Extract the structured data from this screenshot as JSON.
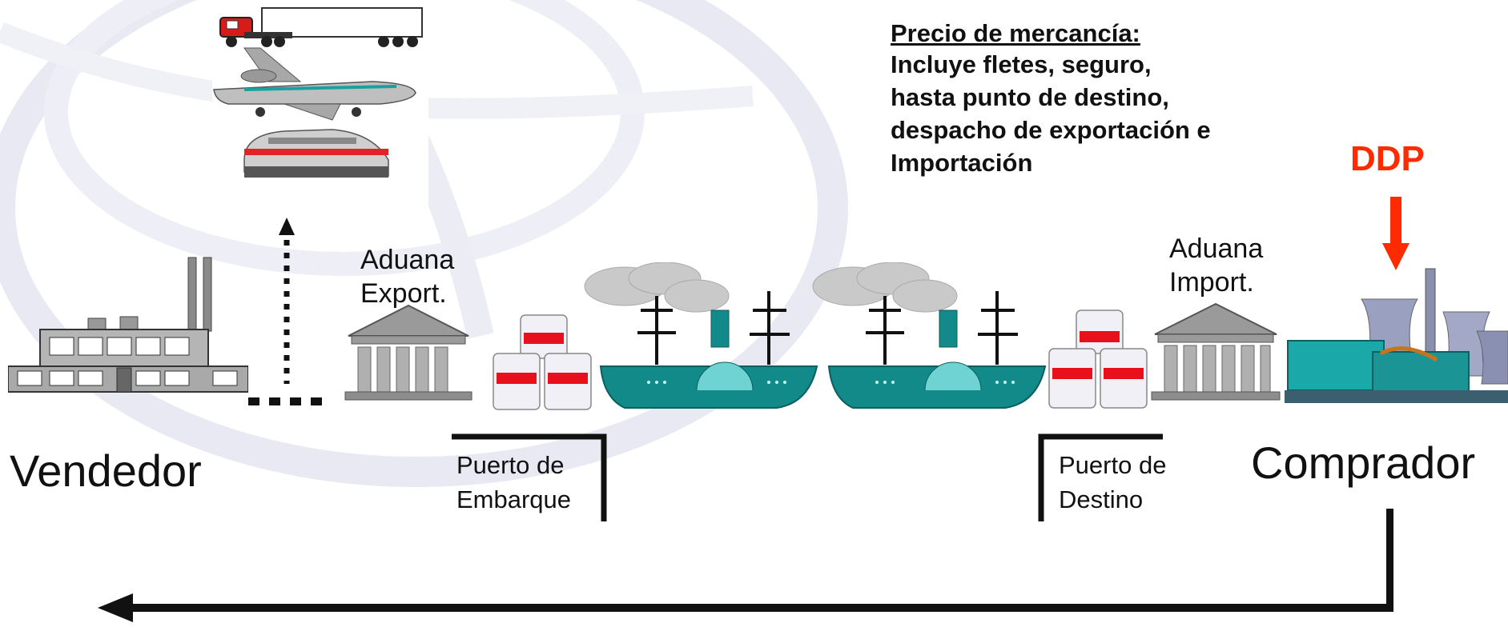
{
  "note": {
    "title": "Precio de mercancía:",
    "lines": [
      "Incluye fletes, seguro,",
      "hasta punto de destino,",
      "despacho de exportación e",
      "Importación"
    ]
  },
  "term": "DDP",
  "customs": {
    "export": [
      "Aduana",
      "Export."
    ],
    "import": [
      "Aduana",
      "Import."
    ]
  },
  "ports": {
    "loading": [
      "Puerto de",
      "Embarque"
    ],
    "destination": [
      "Puerto de",
      "Destino"
    ]
  },
  "parties": {
    "seller": "Vendedor",
    "buyer": "Comprador"
  },
  "colors": {
    "ship": "#128a8a",
    "cargo_band": "#e8111b",
    "term_highlight": "#ff2a00",
    "building": "#7a7a7a"
  },
  "icons": [
    "truck-icon",
    "airplane-icon",
    "train-icon",
    "factory-icon",
    "customs-building-icon",
    "cargo-boxes-icon",
    "ship-icon",
    "power-plant-icon"
  ]
}
